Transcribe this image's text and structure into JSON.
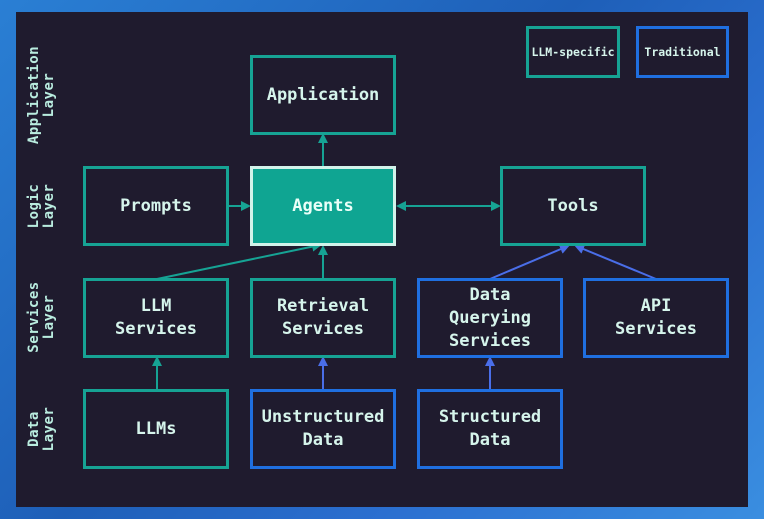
{
  "layers": [
    {
      "id": "application",
      "label": "Application\nLayer"
    },
    {
      "id": "logic",
      "label": "Logic\nLayer"
    },
    {
      "id": "services",
      "label": "Services\nLayer"
    },
    {
      "id": "data",
      "label": "Data\nLayer"
    }
  ],
  "legend": {
    "llm_specific": "LLM-specific",
    "traditional": "Traditional"
  },
  "nodes": {
    "application": "Application",
    "prompts": "Prompts",
    "agents": "Agents",
    "tools": "Tools",
    "llm_services": "LLM\nServices",
    "retrieval_services": "Retrieval\nServices",
    "data_querying_services": "Data\nQuerying\nServices",
    "api_services": "API\nServices",
    "llms": "LLMs",
    "unstructured_data": "Unstructured\nData",
    "structured_data": "Structured\nData"
  },
  "colors": {
    "llm_specific": "#16a394",
    "traditional": "#1f6fe0",
    "agents_fill": "#0fa592",
    "background": "#1f1b2e"
  }
}
